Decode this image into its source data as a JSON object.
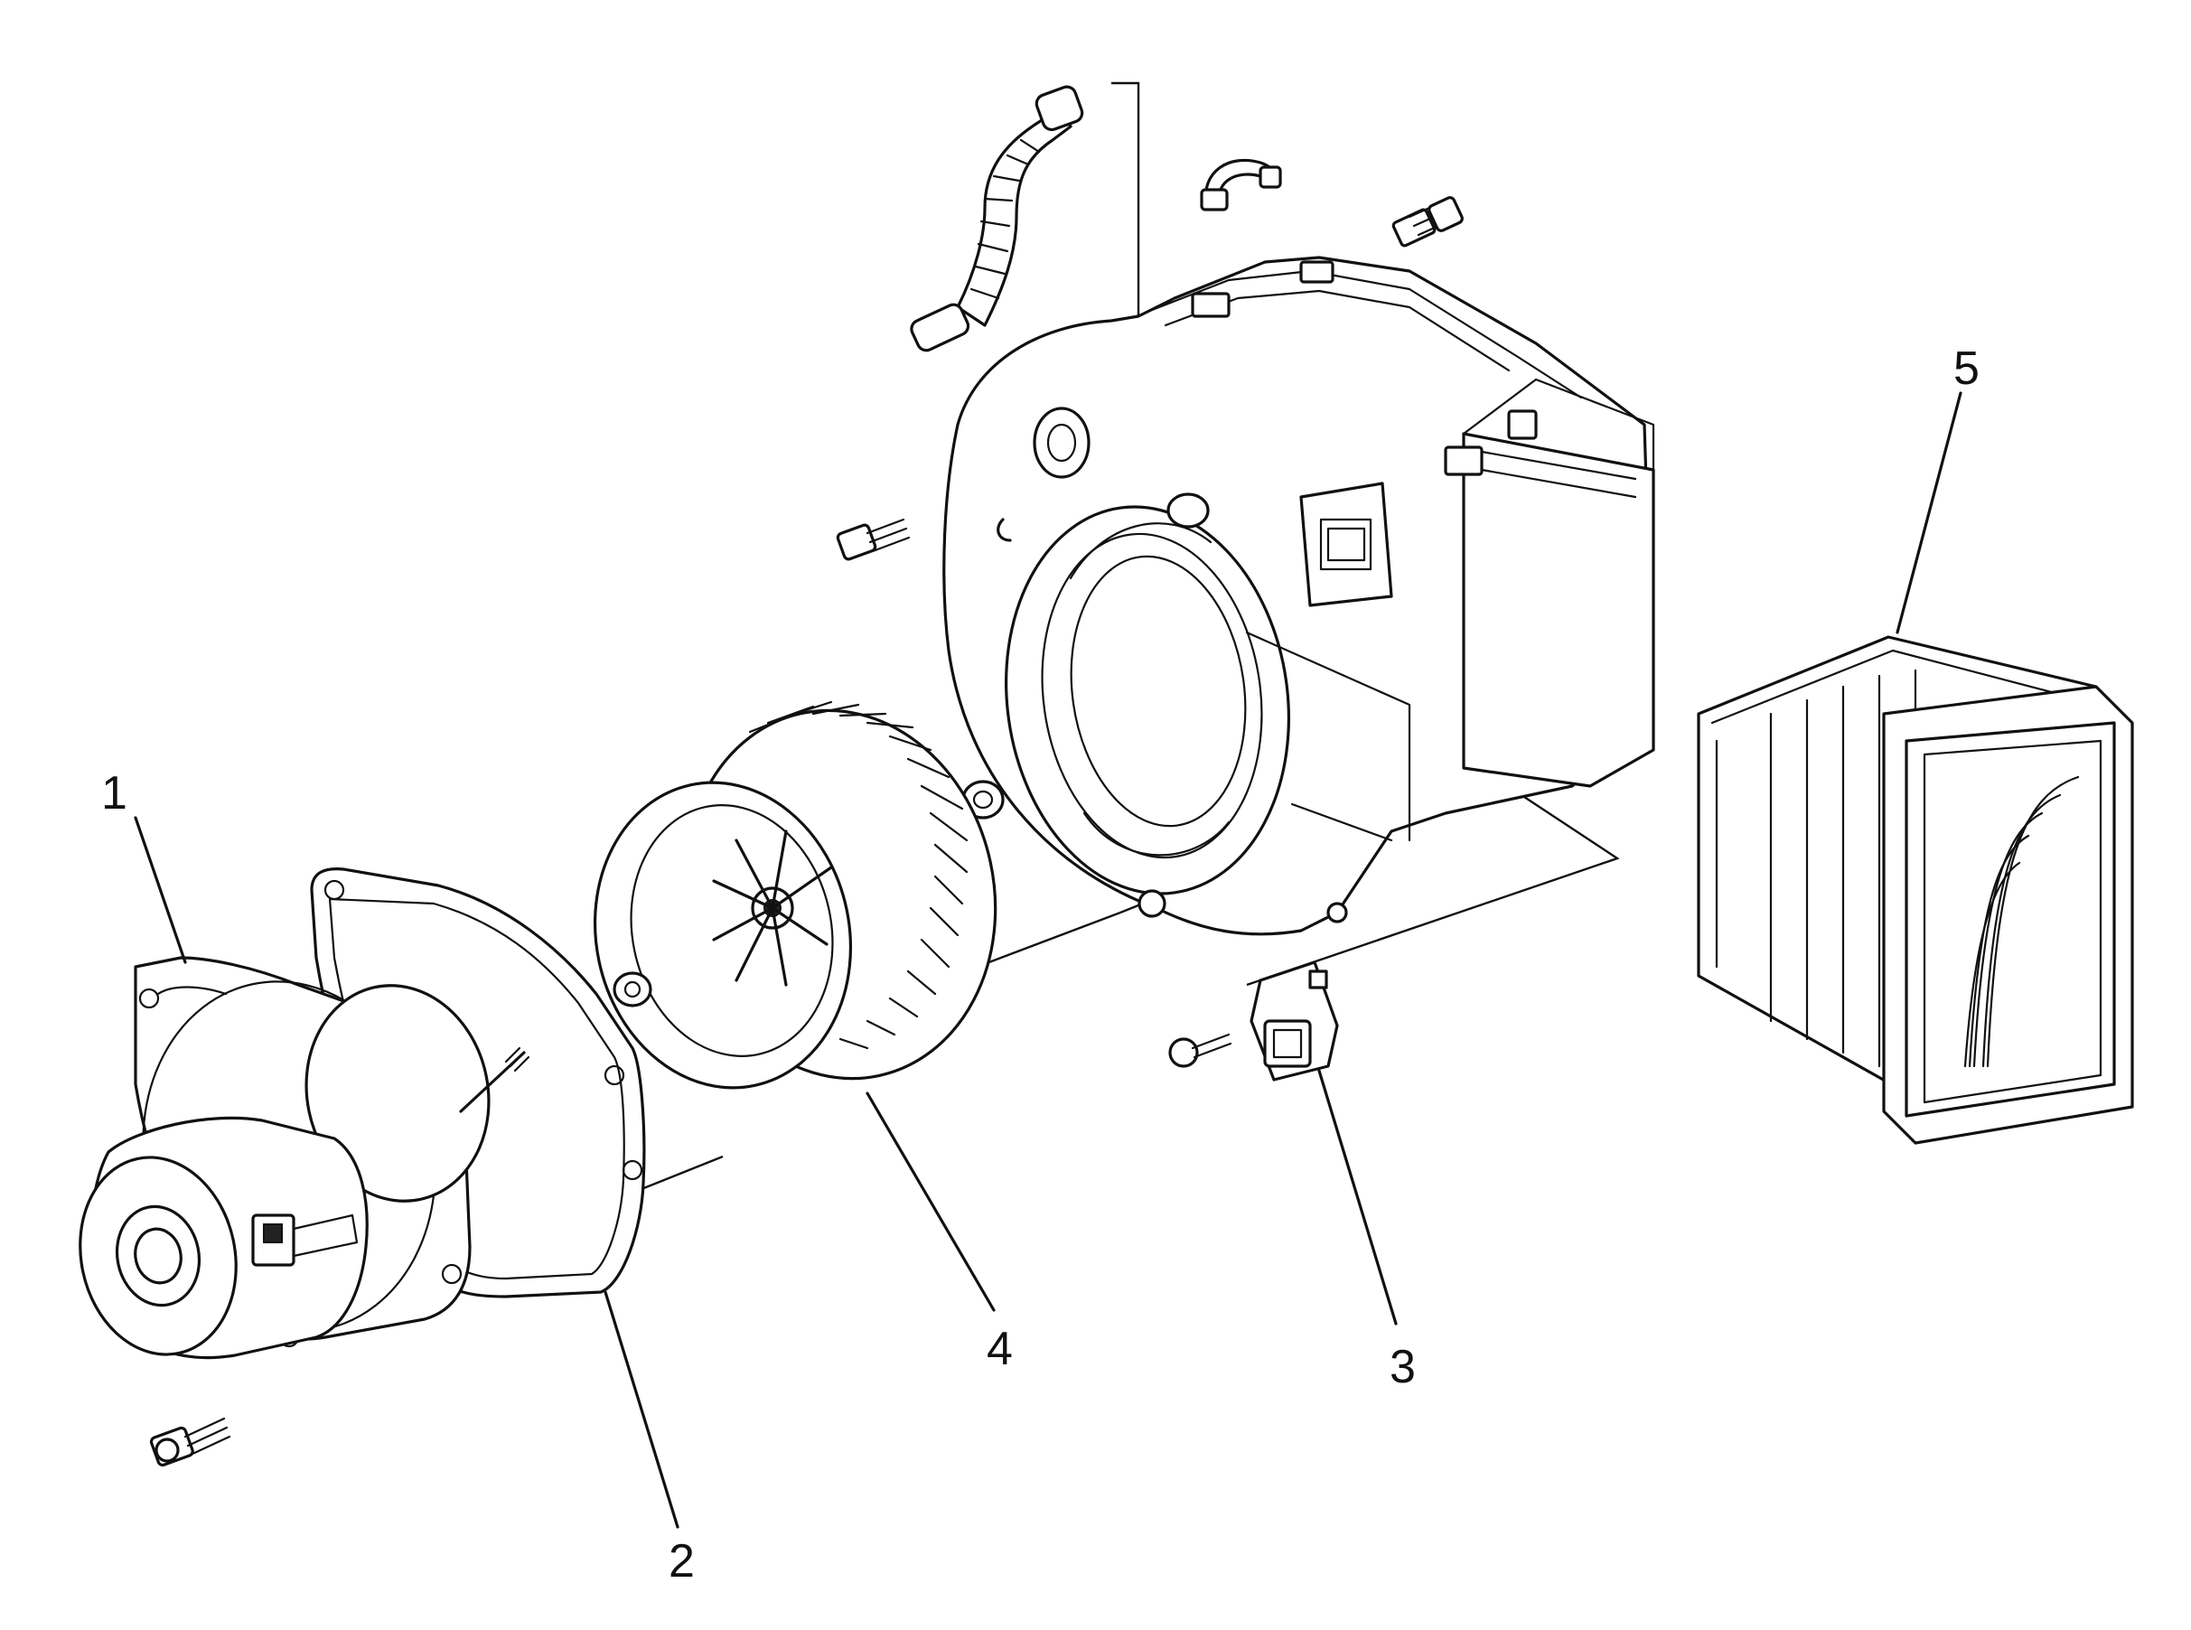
{
  "diagram": {
    "type": "exploded-parts-view",
    "callouts": [
      {
        "id": "1",
        "label": "1"
      },
      {
        "id": "2",
        "label": "2"
      },
      {
        "id": "3",
        "label": "3"
      },
      {
        "id": "4",
        "label": "4"
      },
      {
        "id": "5",
        "label": "5"
      }
    ]
  }
}
